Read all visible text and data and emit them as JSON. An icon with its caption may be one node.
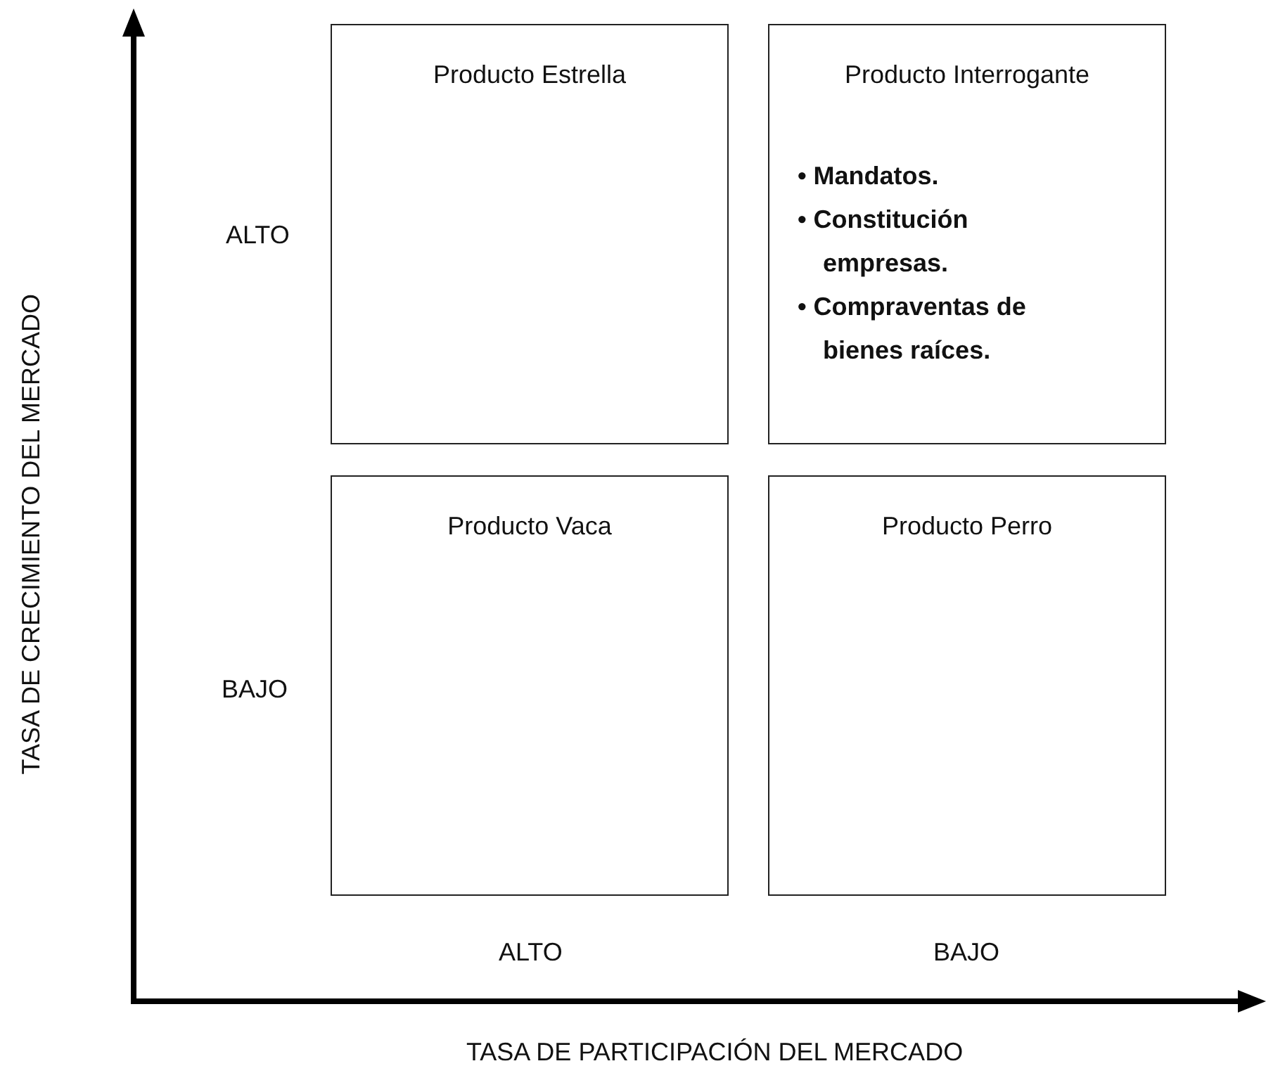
{
  "diagram": {
    "nodes": [
      {
        "text": [
          "Producto Estrella"
        ]
      },
      {
        "text": [
          "Producto Interrogante",
          "• Mandatos.",
          "• Constitución empresas.",
          "• Compraventas de bienes raíces."
        ]
      },
      {
        "text": [
          "Producto Vaca"
        ]
      },
      {
        "text": [
          "Producto Perro"
        ]
      }
    ],
    "edges": [],
    "labels": [
      "TASA DE CRECIMIENTO DEL MERCADO",
      "ALTO",
      "BAJO",
      "ALTO",
      "BAJO",
      "TASA DE PARTICIPACIÓN DEL MERCADO"
    ]
  }
}
